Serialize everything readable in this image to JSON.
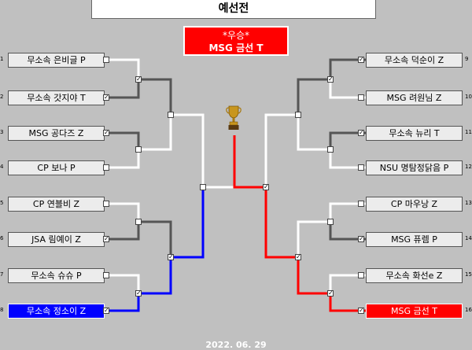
{
  "title": "예선전",
  "champion": {
    "label": "*우승*",
    "name": "MSG 금선 T"
  },
  "left_players": [
    {
      "num": "1",
      "name": "무소속 은비글 P"
    },
    {
      "num": "2",
      "name": "무소속 갓지야 T"
    },
    {
      "num": "3",
      "name": "MSG 공다즈 Z"
    },
    {
      "num": "4",
      "name": "CP 보나 P"
    },
    {
      "num": "5",
      "name": "CP 연블비 Z"
    },
    {
      "num": "6",
      "name": "JSA 림예이 Z"
    },
    {
      "num": "7",
      "name": "무소속 슈슈 P"
    },
    {
      "num": "8",
      "name": "무소속 정소이 Z"
    }
  ],
  "right_players": [
    {
      "num": "9",
      "name": "무소속 덕순이 Z"
    },
    {
      "num": "10",
      "name": "MSG 려원님 Z"
    },
    {
      "num": "11",
      "name": "무소속 뉴리 T"
    },
    {
      "num": "12",
      "name": "NSU 명탐정닭음 P"
    },
    {
      "num": "13",
      "name": "CP 마우낭 Z"
    },
    {
      "num": "14",
      "name": "MSG 퓨렘 P"
    },
    {
      "num": "15",
      "name": "무소속 화선e Z"
    },
    {
      "num": "16",
      "name": "MSG 금선 T"
    }
  ],
  "date": "2022. 06. 29",
  "colors": {
    "background": "#c0c0c0",
    "blue_path": "#0000ff",
    "red_path": "#ff0000",
    "line": "#555555"
  },
  "icons": {
    "trophy": "trophy-icon",
    "check": "checkbox-checked-icon"
  }
}
